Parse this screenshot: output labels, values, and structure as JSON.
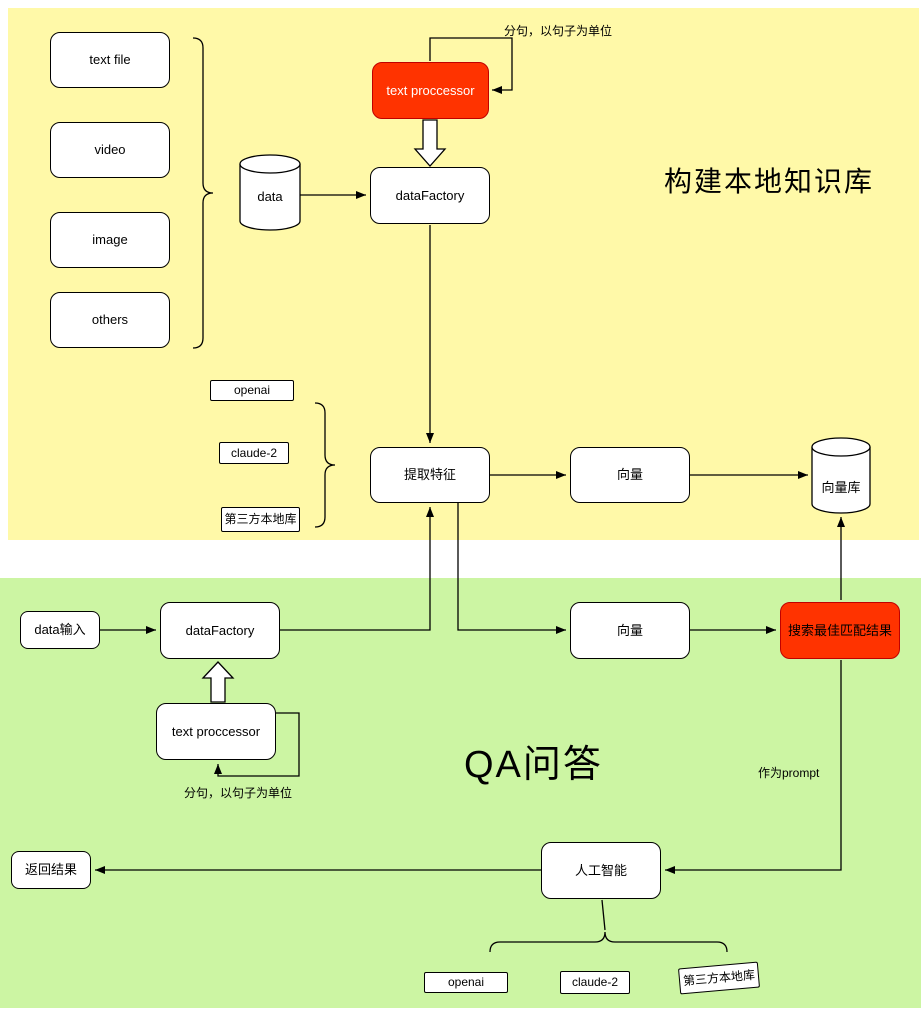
{
  "sections": {
    "build": {
      "title": "构建本地知识库"
    },
    "qa": {
      "title": "QA问答"
    }
  },
  "nodes": {
    "text_file": "text file",
    "video": "video",
    "image": "image",
    "others": "others",
    "data_db": "data",
    "data_factory_top": "dataFactory",
    "text_processor_top": "text proccessor",
    "openai_top": "openai",
    "claude2_top": "claude-2",
    "third_party_top": "第三方本地库",
    "extract_features": "提取特征",
    "vector_top": "向量",
    "vector_db": "向量库",
    "data_input": "data输入",
    "data_factory_bottom": "dataFactory",
    "text_processor_bottom": "text proccessor",
    "vector_bottom": "向量",
    "search_best_match": "搜索最佳匹配结果",
    "ai": "人工智能",
    "return_result": "返回结果",
    "openai_bottom": "openai",
    "claude2_bottom": "claude-2",
    "third_party_bottom": "第三方本地库"
  },
  "labels": {
    "split_sentence_top": "分句，以句子为单位",
    "split_sentence_bottom": "分句，以句子为单位",
    "as_prompt": "作为prompt"
  },
  "colors": {
    "build_bg": "#FFF9A8",
    "qa_bg": "#CCF5A3",
    "highlight_fill": "#FF3300",
    "highlight_stroke": "#C00000",
    "node_fill": "#FFFFFF",
    "stroke": "#000000"
  }
}
